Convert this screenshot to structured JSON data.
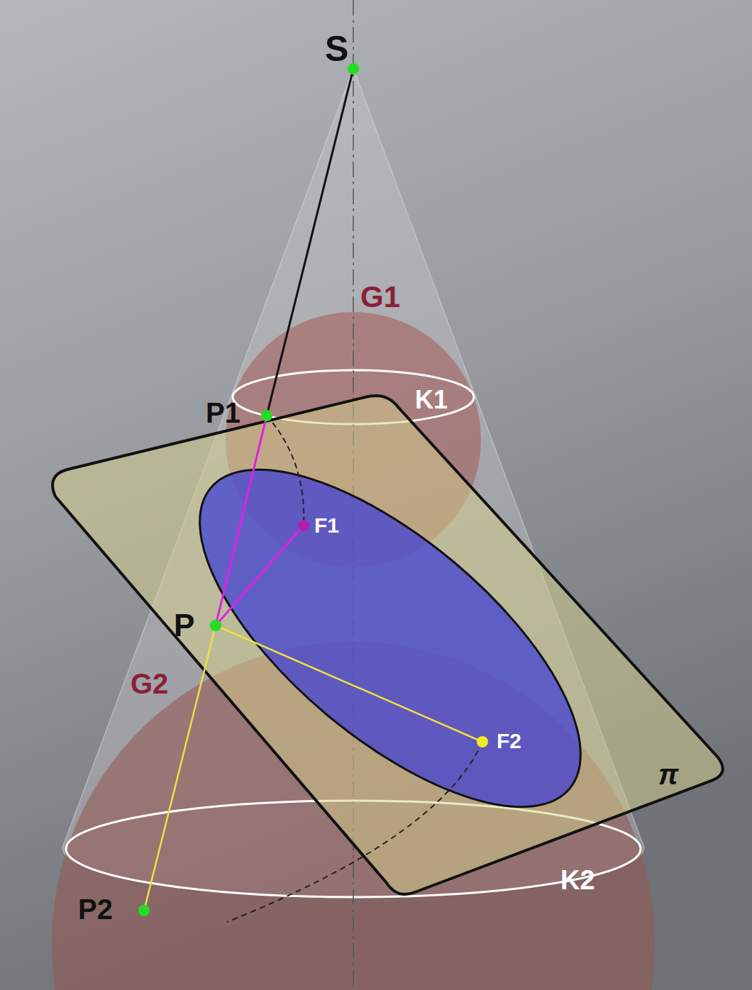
{
  "diagram": {
    "labels": [
      "S",
      "G1",
      "K1",
      "P1",
      "F1",
      "P",
      "G2",
      "F2",
      "π",
      "K2",
      "P2"
    ]
  }
}
